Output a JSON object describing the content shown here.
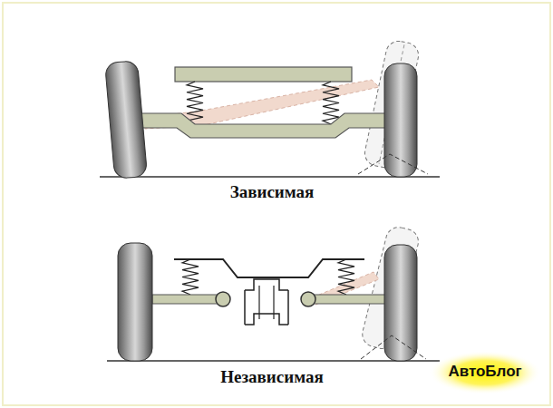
{
  "diagram": {
    "labels": [
      "Зависимая",
      "Независимая",
      "АвтоБлог"
    ]
  }
}
